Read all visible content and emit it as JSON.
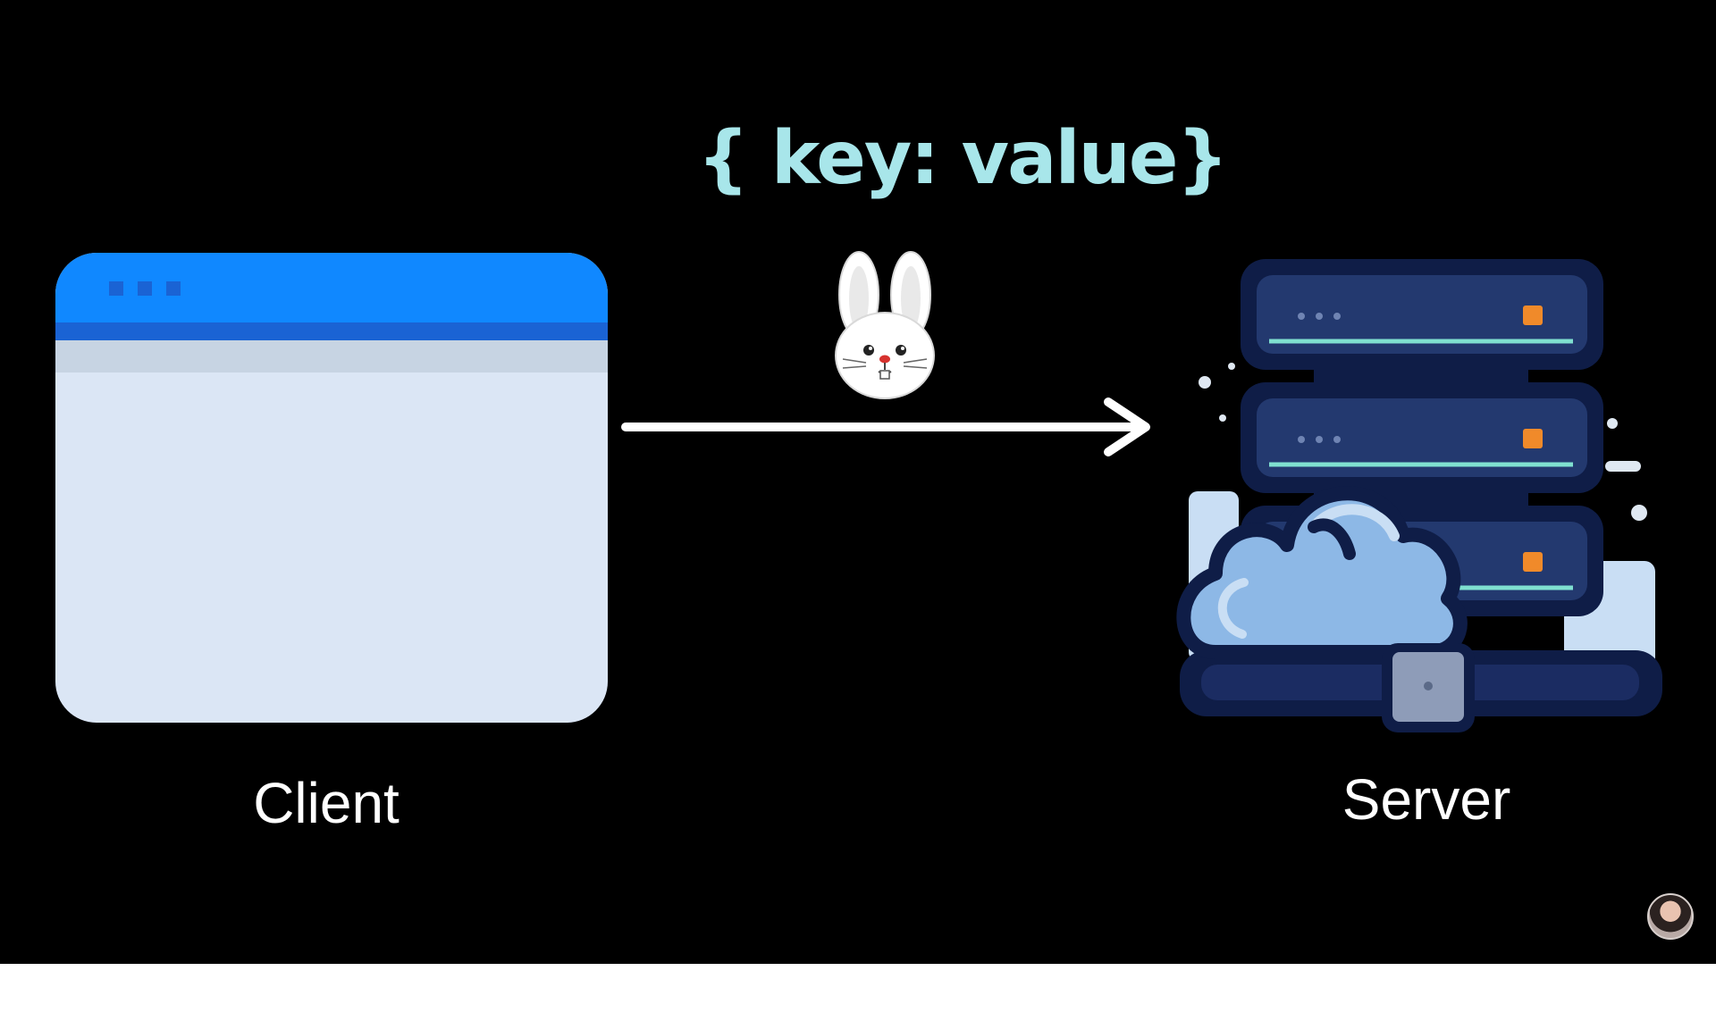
{
  "diagram": {
    "payload_text": "{ key: value}",
    "client_label": "Client",
    "server_label": "Server"
  },
  "colors": {
    "payload": "#a8e6ea",
    "window_titlebar": "#1088ff",
    "window_body": "#dbe6f5",
    "server_dark": "#17295e",
    "server_panel": "#23396f",
    "server_light": "#7fe0d0",
    "status_light": "#f08a2a",
    "cloud": "#8db8e6"
  },
  "icons": {
    "client": "browser-window-icon",
    "message": "rabbit-icon",
    "connection": "arrow-right-icon",
    "server": "server-rack-cloud-icon"
  }
}
